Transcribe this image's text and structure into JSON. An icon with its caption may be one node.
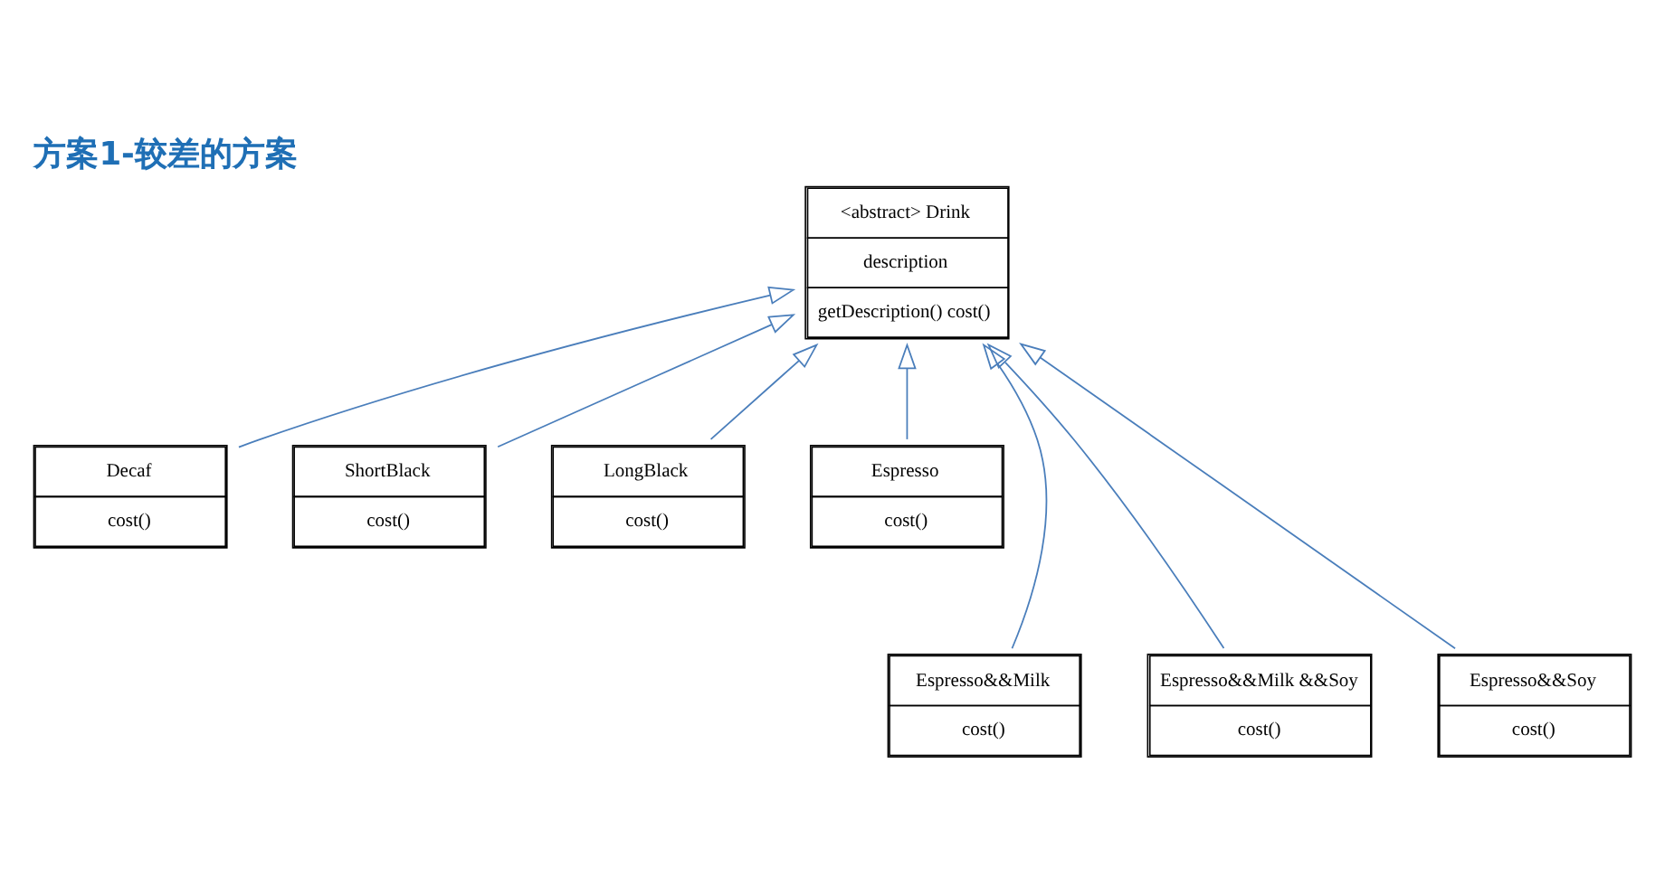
{
  "diagram": {
    "title": "方案1-较差的方案",
    "nodes": [
      {
        "text": [
          "<abstract> Drink",
          "description",
          "getDescription() cost()"
        ]
      },
      {
        "text": [
          "Decaf",
          "cost()"
        ]
      },
      {
        "text": [
          "ShortBlack",
          "cost()"
        ]
      },
      {
        "text": [
          "LongBlack",
          "cost()"
        ]
      },
      {
        "text": [
          "Espresso",
          "cost()"
        ]
      },
      {
        "text": [
          "Espresso&&Milk",
          "cost()"
        ]
      },
      {
        "text": [
          "Espresso&&Milk &&Soy",
          "cost()"
        ]
      },
      {
        "text": [
          "Espresso&&Soy",
          "cost()"
        ]
      }
    ],
    "edges": [
      {
        "from": 1,
        "to": 0,
        "arrow": "to"
      },
      {
        "from": 2,
        "to": 0,
        "arrow": "to"
      },
      {
        "from": 3,
        "to": 0,
        "arrow": "to"
      },
      {
        "from": 4,
        "to": 0,
        "arrow": "to"
      },
      {
        "from": 5,
        "to": 0,
        "arrow": "to"
      },
      {
        "from": 6,
        "to": 0,
        "arrow": "to"
      },
      {
        "from": 7,
        "to": 0,
        "arrow": "to"
      }
    ]
  }
}
